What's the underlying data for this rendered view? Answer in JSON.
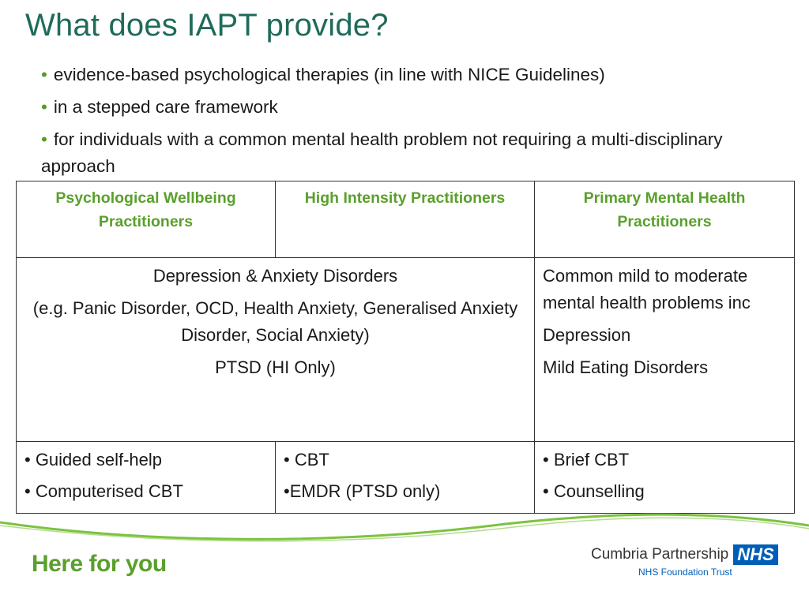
{
  "slide": {
    "title": "What does IAPT provide?",
    "bullets": [
      "evidence-based psychological therapies (in line with NICE Guidelines)",
      "in a stepped care framework",
      "for individuals with a common mental health problem not requiring a multi-disciplinary approach"
    ]
  },
  "table": {
    "headers": [
      "Psychological Wellbeing Practitioners",
      "High Intensity Practitioners",
      "Primary Mental Health Practitioners"
    ],
    "conditions_left": [
      "Depression & Anxiety Disorders",
      "(e.g. Panic Disorder, OCD, Health Anxiety, Generalised Anxiety Disorder, Social Anxiety)",
      "PTSD (HI Only)"
    ],
    "conditions_right": [
      "Common mild to moderate mental health problems inc",
      "Depression",
      "Mild Eating Disorders"
    ],
    "treatments": [
      [
        "• Guided self-help",
        "• Computerised CBT"
      ],
      [
        "• CBT",
        "•EMDR (PTSD only)"
      ],
      [
        "• Brief CBT",
        "• Counselling"
      ]
    ]
  },
  "footer": {
    "tagline": "Here for you",
    "org_name": "Cumbria Partnership",
    "nhs_badge": "NHS",
    "trust": "NHS Foundation Trust"
  },
  "colors": {
    "title": "#1f6b5a",
    "accent_green": "#5aa02c",
    "nhs_blue": "#005eb8"
  }
}
